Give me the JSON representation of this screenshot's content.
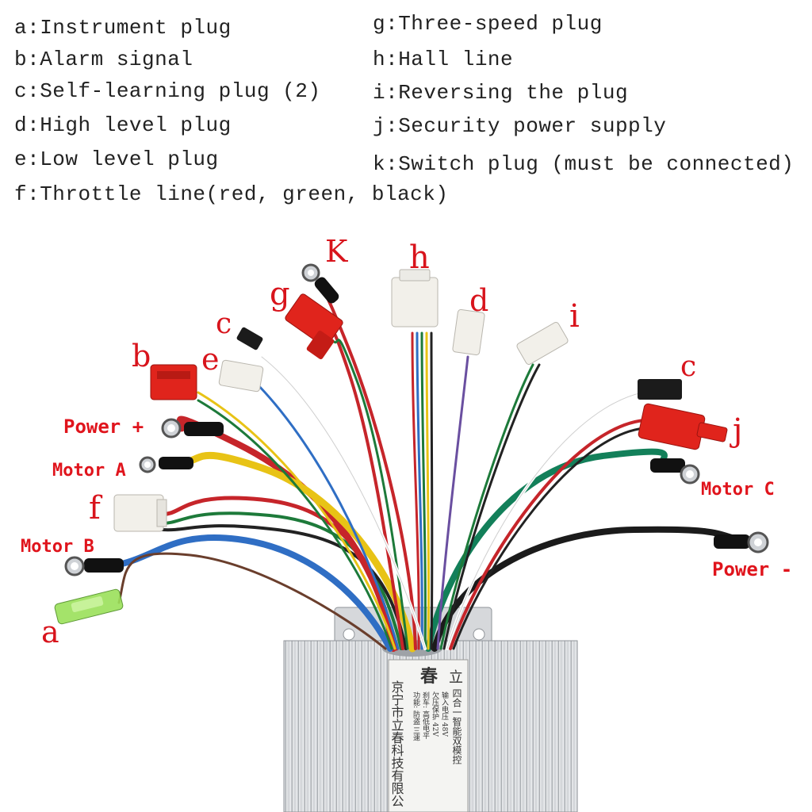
{
  "legend": {
    "a": "a:Instrument plug",
    "b": "b:Alarm signal",
    "c": "c:Self-learning plug (2)",
    "d": "d:High level plug",
    "e": "e:Low level plug",
    "f": "f:Throttle line(red, green, black)",
    "g": "g:Three-speed plug",
    "h": "h:Hall line",
    "i": "i:Reversing the plug",
    "j": "j:Security power supply",
    "k": "k:Switch plug (must be connected)"
  },
  "letters": {
    "a": "a",
    "b": "b",
    "c1": "c",
    "c2": "c",
    "d": "d",
    "e": "e",
    "f": "f",
    "g": "g",
    "h": "h",
    "i": "i",
    "j": "j",
    "K": "K"
  },
  "wire_labels": {
    "power_plus": "Power +",
    "motor_a": "Motor A",
    "motor_b": "Motor B",
    "motor_c": "Motor C",
    "power_minus": "Power -"
  },
  "controller_text": {
    "brand_left": "京宁市立春科技有限公",
    "brand_mid": "春",
    "brand_top": "立",
    "col1": "四合一智能双模控",
    "col2": "输入电压 48V",
    "col3": "欠压保护 42V",
    "col4": "刹车: 高低电平",
    "col5": "功能: 防盗 三速"
  },
  "colors": {
    "label_red": "#d8141c",
    "connector_red": "#e0241c",
    "connector_white": "#f2f0ea",
    "connector_green": "#9be05a",
    "housing": "#c9ccd0"
  }
}
